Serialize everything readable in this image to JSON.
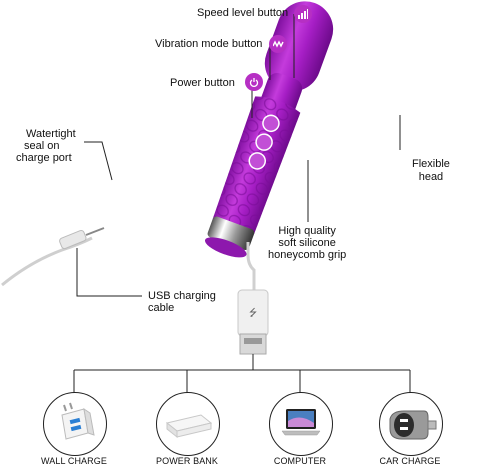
{
  "labels": {
    "speed_level_button": "Speed level button",
    "vibration_mode_button": "Vibration mode button",
    "power_button": "Power button",
    "watertight_line1": "Watertight",
    "watertight_line2": "seal on",
    "watertight_line3": "charge port",
    "flexible_line1": "Flexible",
    "flexible_line2": "head",
    "silicone_line1": "High quality",
    "silicone_line2": "soft silicone",
    "silicone_line3": "honeycomb grip",
    "usb_line1": "USB charging",
    "usb_line2": "cable"
  },
  "chargers": [
    {
      "caption": "WALL CHARGE",
      "icon": "wall-charger-icon"
    },
    {
      "caption": "POWER BANK",
      "icon": "power-bank-icon"
    },
    {
      "caption": "COMPUTER",
      "icon": "laptop-icon"
    },
    {
      "caption": "CAR CHARGE",
      "icon": "car-charger-icon"
    }
  ],
  "colors": {
    "device_purple": "#a21cc4",
    "device_light": "#cf52e3",
    "icon_bg": "#b62fc4"
  }
}
